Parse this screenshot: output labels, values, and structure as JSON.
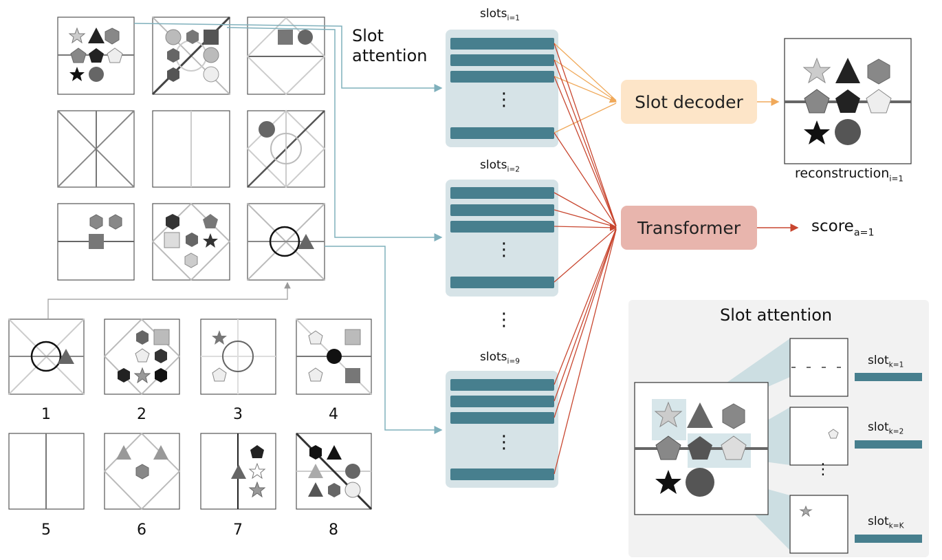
{
  "diagram": {
    "slot_attention_caption_line1": "Slot",
    "slot_attention_caption_line2": "attention",
    "slots_sets": [
      {
        "base": "slots",
        "sub": "i=1"
      },
      {
        "base": "slots",
        "sub": "i=2"
      },
      {
        "base": "slots",
        "sub": "i=9"
      }
    ],
    "vertical_ellipsis": "⋮",
    "slot_decoder_label": "Slot decoder",
    "transformer_label": "Transformer",
    "reconstruction": {
      "base": "reconstruction",
      "sub": "i=1"
    },
    "score": {
      "base": "score",
      "sub": "a=1"
    },
    "answer_numbers": [
      "1",
      "2",
      "3",
      "4",
      "5",
      "6",
      "7",
      "8"
    ],
    "inset": {
      "title": "Slot attention",
      "slot_labels": [
        {
          "base": "slot",
          "sub": "k=1"
        },
        {
          "base": "slot",
          "sub": "k=2"
        },
        {
          "base": "slot",
          "sub": "k=K"
        }
      ]
    },
    "colors": {
      "slot_bar": "#477f8e",
      "slot_panel": "#d6e3e7",
      "decoder_fill": "#fde5c8",
      "transformer_fill": "#e8b5ad",
      "orange_arrow": "#f0a95a",
      "red_arrow": "#c8462f",
      "teal_line": "#7fb0bc",
      "inset_bg": "#f2f2f2"
    }
  }
}
